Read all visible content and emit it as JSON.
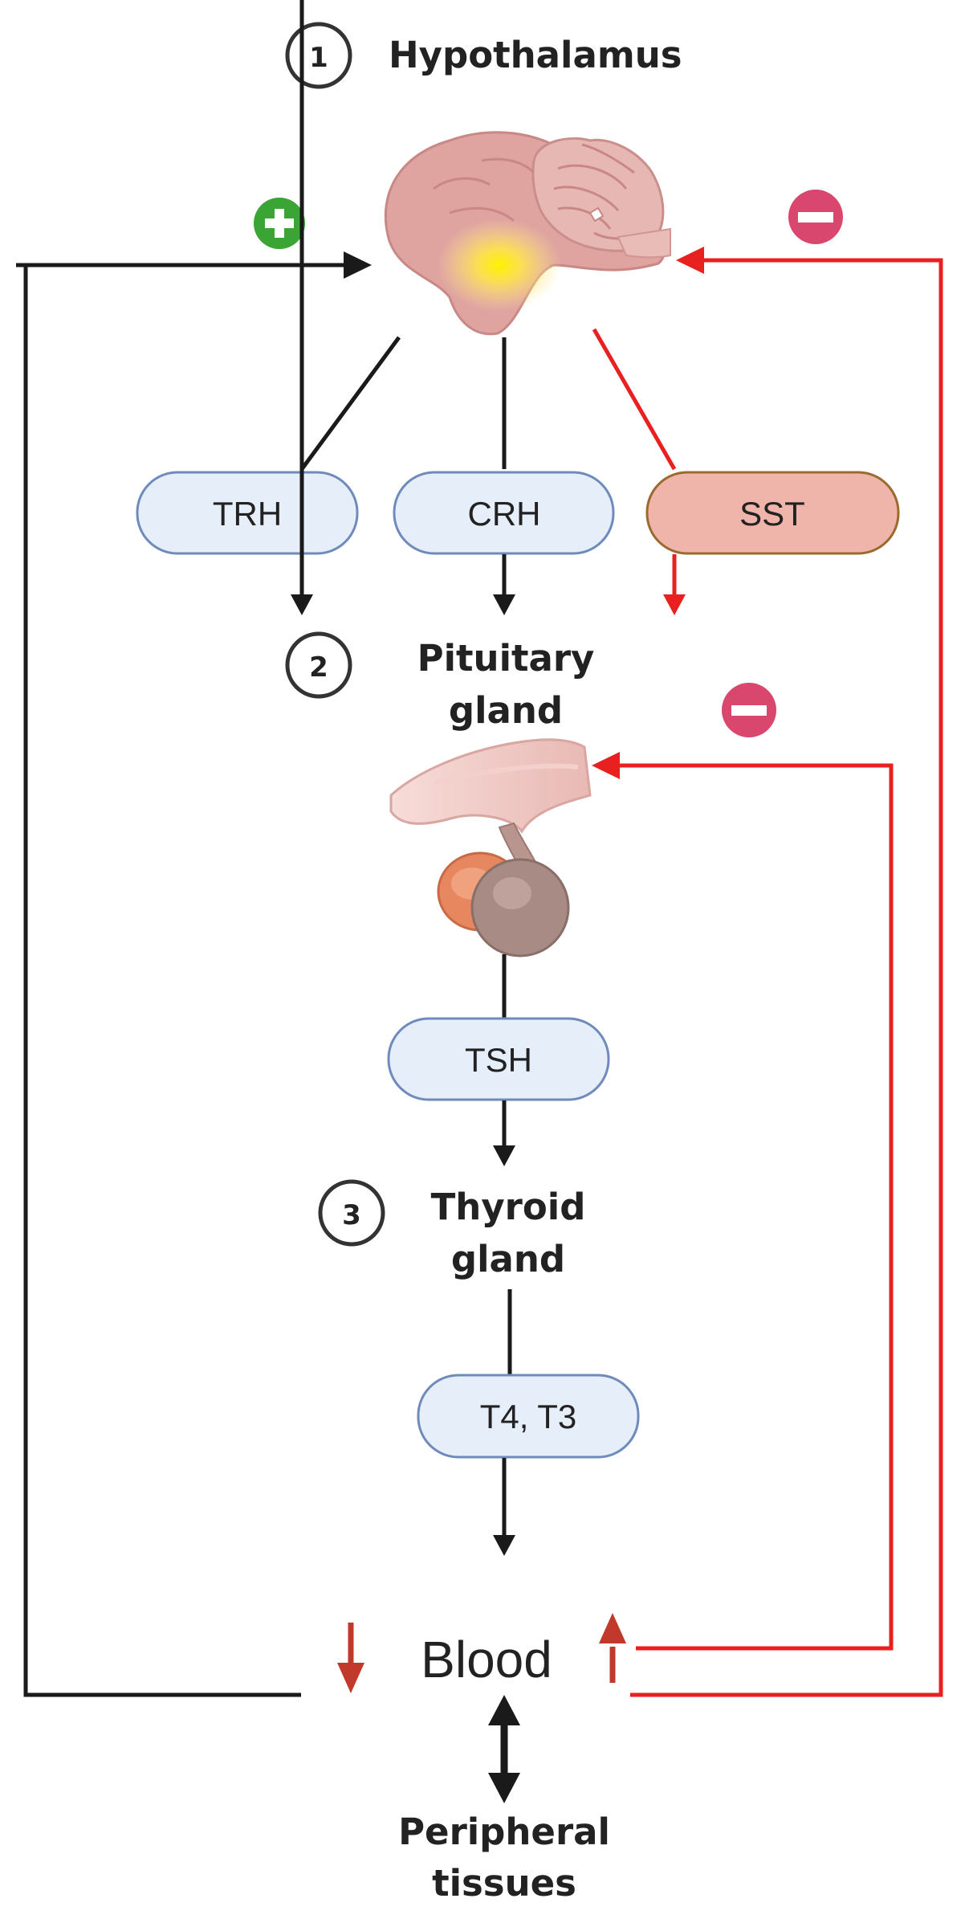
{
  "steps": [
    {
      "number": "1",
      "title": "Hypothalamus"
    },
    {
      "number": "2",
      "title_lines": [
        "Pituitary",
        "gland"
      ]
    },
    {
      "number": "3",
      "title_lines": [
        "Thyroid",
        "gland"
      ]
    }
  ],
  "hormones": {
    "trh": "TRH",
    "crh": "CRH",
    "sst": "SST",
    "tsh": "TSH",
    "t4t3": "T4, T3"
  },
  "blood": "Blood",
  "peripheral": [
    "Peripheral",
    "tissues"
  ],
  "colors": {
    "inhibit_red": "#e8201f",
    "minus_badge": "#d9476e",
    "plus_badge": "#3aa534",
    "pill_fill": "#e6eefa",
    "pill_stroke": "#6f8bbb",
    "sst_fill": "#f0b5aa",
    "sst_stroke": "#9a6a2e",
    "level_arrow": "#c0392b"
  },
  "icons": {
    "plus": "plus-circle-icon",
    "minus": "minus-circle-icon",
    "brain": "brain-illustration",
    "pituitary": "pituitary-illustration"
  }
}
